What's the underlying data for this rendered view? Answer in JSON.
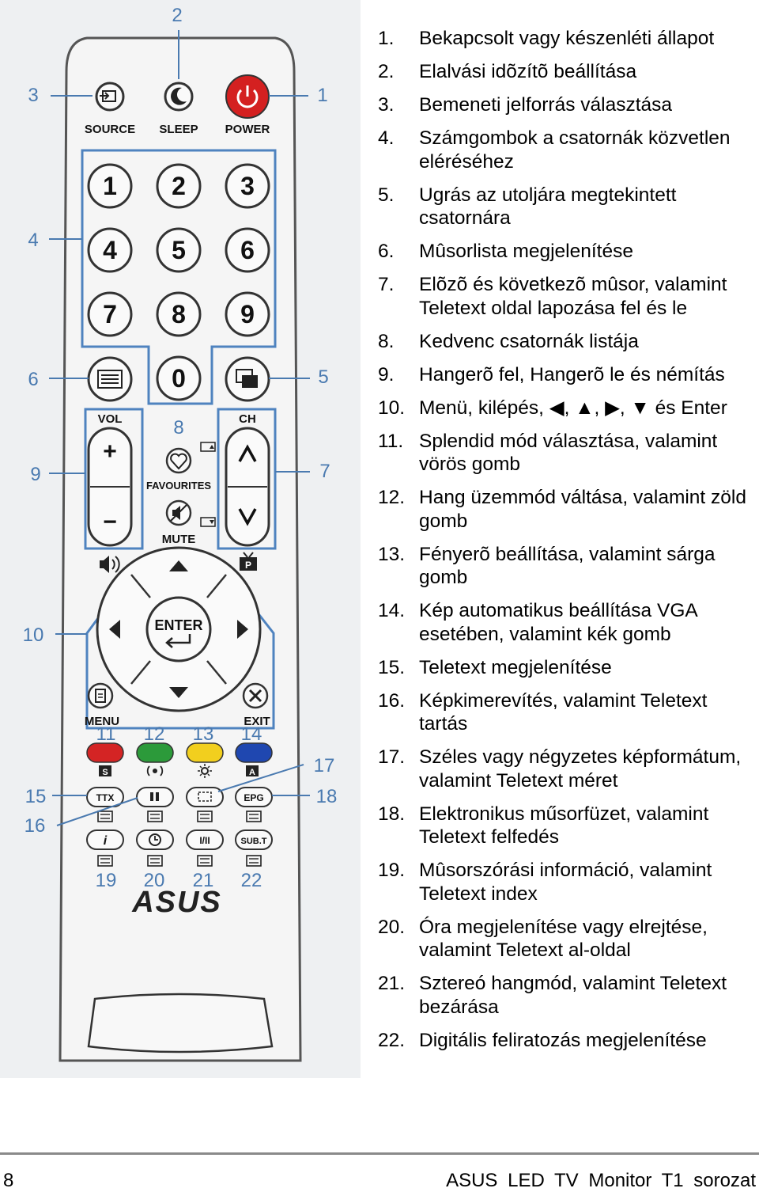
{
  "legend": {
    "items": [
      {
        "num": "1.",
        "text": "Bekapcsolt vagy készenléti állapot"
      },
      {
        "num": "2.",
        "text": "Elalvási idõzítõ beállítása"
      },
      {
        "num": "3.",
        "text": "Bemeneti jelforrás választása"
      },
      {
        "num": "4.",
        "text": "Számgombok a csatornák közvetlen eléréséhez"
      },
      {
        "num": "5.",
        "text": "Ugrás az utoljára megtekintett csatornára"
      },
      {
        "num": "6.",
        "text": "Mûsorlista megjelenítése"
      },
      {
        "num": "7.",
        "text": "Elõzõ és következõ mûsor, valamint Teletext oldal lapozása fel és le"
      },
      {
        "num": "8.",
        "text": "Kedvenc csatornák listája"
      },
      {
        "num": "9.",
        "text": "Hangerõ fel, Hangerõ le és némítás"
      },
      {
        "num": "10.",
        "text": "Menü, kilépés, ◀, ▲, ▶, ▼ és Enter"
      },
      {
        "num": "11.",
        "text": "Splendid mód választása, valamint vörös gomb"
      },
      {
        "num": "12.",
        "text": "Hang üzemmód váltása, valamint zöld gomb"
      },
      {
        "num": "13.",
        "text": "Fényerõ beállítása, valamint sárga gomb"
      },
      {
        "num": "14.",
        "text": "Kép automatikus beállítása VGA esetében, valamint kék gomb"
      },
      {
        "num": "15.",
        "text": "Teletext megjelenítése"
      },
      {
        "num": "16.",
        "text": "Képkimerevítés, valamint Teletext tartás"
      },
      {
        "num": "17.",
        "text": "Széles vagy négyzetes képformátum, valamint Teletext méret"
      },
      {
        "num": "18.",
        "text": "Elektronikus műsorfüzet, valamint Teletext felfedés"
      },
      {
        "num": "19.",
        "text": "Mûsorszórási információ, valamint Teletext index"
      },
      {
        "num": "20.",
        "text": "Óra megjelenítése vagy elrejtése, valamint Teletext al-oldal"
      },
      {
        "num": "21.",
        "text": "Sztereó hangmód, valamint Teletext bezárása"
      },
      {
        "num": "22.",
        "text": "Digitális feliratozás megjelenítése"
      }
    ]
  },
  "remote": {
    "labels": {
      "source": "SOURCE",
      "sleep": "SLEEP",
      "power": "POWER",
      "vol": "VOL",
      "ch": "CH",
      "favourites": "FAVOURITES",
      "mute": "MUTE",
      "enter": "ENTER",
      "menu": "MENU",
      "exit": "EXIT",
      "ttx": "TTX",
      "epg": "EPG",
      "i_ii": "I/II",
      "subt": "SUB.T",
      "info": "i",
      "plus": "+",
      "minus": "−",
      "brand": "ASUS",
      "key_s": "S",
      "key_a": "A",
      "key_p": "P"
    },
    "digits": [
      "1",
      "2",
      "3",
      "4",
      "5",
      "6",
      "7",
      "8",
      "9",
      "0"
    ],
    "callouts": [
      "1",
      "2",
      "3",
      "4",
      "5",
      "6",
      "7",
      "8",
      "9",
      "10",
      "11",
      "12",
      "13",
      "14",
      "15",
      "16",
      "17",
      "18",
      "19",
      "20",
      "21",
      "22"
    ],
    "colors": {
      "callout": "#4a7ab0",
      "highlight_border": "#4f83bf",
      "power": "#d42020",
      "red": "#d42424",
      "green": "#2c9a3a",
      "yellow": "#f2cf1e",
      "blue": "#1f47b0",
      "remote_body": "#f5f5f5",
      "button_face": "#fafafa"
    },
    "icons": [
      "source-icon",
      "sleep-icon",
      "power-icon",
      "list-icon",
      "last-channel-icon",
      "heart-icon",
      "mute-icon",
      "speaker-icon",
      "tv-icon",
      "menu-icon",
      "exit-icon",
      "pause-icon",
      "clock-icon"
    ]
  },
  "footer": {
    "page_number": "8",
    "title": "ASUS LED TV Monitor T1 sorozat"
  }
}
